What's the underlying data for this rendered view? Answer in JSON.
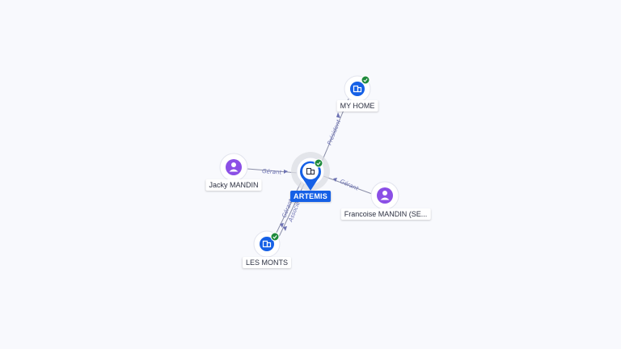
{
  "colors": {
    "company": "#1560e6",
    "person": "#8b4fe6",
    "check": "#1f8a3c",
    "edge_label": "#6d72b3"
  },
  "nodes": {
    "artemis": {
      "label": "ARTEMIS",
      "icon": "building-icon",
      "type": "company-main"
    },
    "my_home": {
      "label": "MY HOME",
      "icon": "building-icon",
      "type": "company"
    },
    "les_monts": {
      "label": "LES MONTS",
      "icon": "building-icon",
      "type": "company"
    },
    "jacky": {
      "label": "Jacky MANDIN",
      "icon": "person-icon",
      "type": "person"
    },
    "francoise": {
      "label": "Francoise MANDIN (SE...",
      "icon": "person-icon",
      "type": "person"
    }
  },
  "edges": {
    "artemis_my_home": {
      "label": "Président"
    },
    "jacky_artemis": {
      "label": "Gérant"
    },
    "francoise_artemis": {
      "label": "Gérant"
    },
    "artemis_les_monts_1": {
      "label": "Gérant"
    },
    "artemis_les_monts_2": {
      "label": "Associé"
    }
  }
}
